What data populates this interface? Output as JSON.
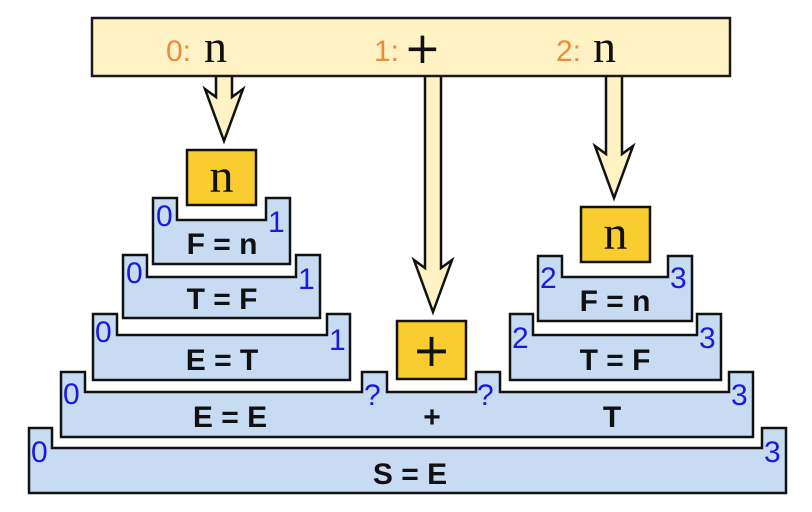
{
  "input_tokens": [
    {
      "index_label": "0:",
      "token": "n"
    },
    {
      "index_label": "1:",
      "token": "+"
    },
    {
      "index_label": "2:",
      "token": "n"
    }
  ],
  "terminals": [
    {
      "id": "term-n-0",
      "text": "n"
    },
    {
      "id": "term-plus-1",
      "text": "+"
    },
    {
      "id": "term-n-2",
      "text": "n"
    }
  ],
  "rules": [
    {
      "id": "rule-f-n-left",
      "label": "F = n",
      "start": "0",
      "end": "1"
    },
    {
      "id": "rule-t-f-left",
      "label": "T = F",
      "start": "0",
      "end": "1"
    },
    {
      "id": "rule-e-t",
      "label": "E = T",
      "start": "0",
      "end": "1"
    },
    {
      "id": "rule-f-n-right",
      "label": "F = n",
      "start": "2",
      "end": "3"
    },
    {
      "id": "rule-t-f-right",
      "label": "T = F",
      "start": "2",
      "end": "3"
    },
    {
      "id": "rule-e-e-plus-t",
      "label": "E = E",
      "segments": [
        "E = E",
        "+",
        "T"
      ],
      "start": "0",
      "mid1": "?",
      "mid2": "?",
      "end": "3"
    },
    {
      "id": "rule-s-e",
      "label": "S = E",
      "start": "0",
      "end": "3"
    }
  ],
  "colors": {
    "token_bar": "#fff2c4",
    "terminal": "#f9cc2f",
    "rule_box": "#c7dbf3",
    "index_label": "#f08a3a",
    "position_label": "#1a1adf"
  }
}
